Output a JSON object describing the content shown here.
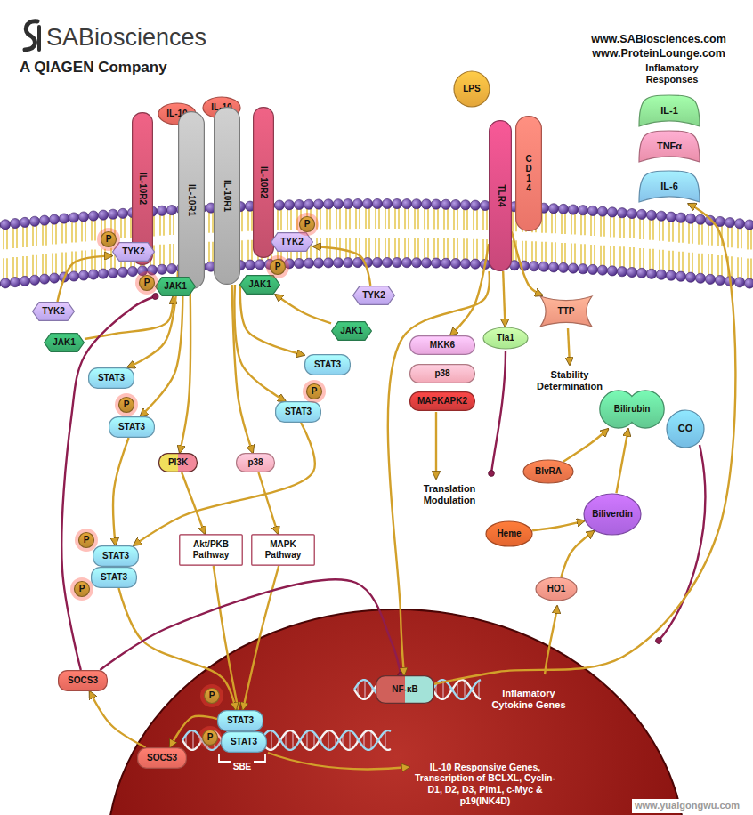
{
  "diagram": {
    "nodes": [
      {
        "text": [
          "IL-10"
        ]
      },
      {
        "text": [
          "IL-10"
        ]
      },
      {
        "text": [
          "IL-10R2"
        ]
      },
      {
        "text": [
          "IL-10R1"
        ]
      },
      {
        "text": [
          "IL-10R1"
        ]
      },
      {
        "text": [
          "IL-10R2"
        ]
      },
      {
        "text": [
          "TYK2"
        ]
      },
      {
        "text": [
          "JAK1"
        ]
      },
      {
        "text": [
          "TYK2"
        ]
      },
      {
        "text": [
          "JAK1"
        ]
      },
      {
        "text": [
          "TYK2"
        ]
      },
      {
        "text": [
          "JAK1"
        ]
      },
      {
        "text": [
          "TYK2"
        ]
      },
      {
        "text": [
          "JAK1"
        ]
      },
      {
        "text": [
          "STAT3"
        ]
      },
      {
        "text": [
          "STAT3"
        ]
      },
      {
        "text": [
          "STAT3"
        ]
      },
      {
        "text": [
          "STAT3"
        ]
      },
      {
        "text": [
          "PI3K"
        ]
      },
      {
        "text": [
          "p38"
        ]
      },
      {
        "text": [
          "Akt/PKB Pathway"
        ]
      },
      {
        "text": [
          "MAPK Pathway"
        ]
      },
      {
        "text": [
          "STAT3"
        ]
      },
      {
        "text": [
          "STAT3"
        ]
      },
      {
        "text": [
          "SOCS3"
        ]
      },
      {
        "text": [
          "SOCS3"
        ]
      },
      {
        "text": [
          "STAT3"
        ]
      },
      {
        "text": [
          "STAT3"
        ]
      },
      {
        "text": [
          "LPS"
        ]
      },
      {
        "text": [
          "TLR4"
        ]
      },
      {
        "text": [
          "CD14"
        ]
      },
      {
        "text": [
          "MKK6"
        ]
      },
      {
        "text": [
          "p38"
        ]
      },
      {
        "text": [
          "MAPKAPK2"
        ]
      },
      {
        "text": [
          "Tia1"
        ]
      },
      {
        "text": [
          "TTP"
        ]
      },
      {
        "text": [
          "IL-1"
        ]
      },
      {
        "text": [
          "TNFα"
        ]
      },
      {
        "text": [
          "IL-6"
        ]
      },
      {
        "text": [
          "Bilirubin"
        ]
      },
      {
        "text": [
          "CO"
        ]
      },
      {
        "text": [
          "BlvRA"
        ]
      },
      {
        "text": [
          "Biliverdin"
        ]
      },
      {
        "text": [
          "Heme"
        ]
      },
      {
        "text": [
          "HO1"
        ]
      },
      {
        "text": [
          "NF-κB"
        ]
      },
      {
        "text": [
          "P"
        ]
      },
      {
        "text": [
          "P"
        ]
      },
      {
        "text": [
          "P"
        ]
      },
      {
        "text": [
          "P"
        ]
      },
      {
        "text": [
          "P"
        ]
      },
      {
        "text": [
          "P"
        ]
      },
      {
        "text": [
          "P"
        ]
      },
      {
        "text": [
          "P"
        ]
      },
      {
        "text": [
          "P"
        ]
      },
      {
        "text": [
          "P"
        ]
      }
    ],
    "edges": [
      {
        "from": 10,
        "to": 6,
        "arrow": "to"
      },
      {
        "from": 11,
        "to": 7,
        "arrow": "to"
      },
      {
        "from": 12,
        "to": 8,
        "arrow": "to"
      },
      {
        "from": 13,
        "to": 9,
        "arrow": "to"
      },
      {
        "from": 3,
        "to": 14,
        "arrow": "to"
      },
      {
        "from": 3,
        "to": 15,
        "arrow": "to"
      },
      {
        "from": 3,
        "to": 18,
        "arrow": "to"
      },
      {
        "from": 4,
        "to": 19,
        "arrow": "to"
      },
      {
        "from": 4,
        "to": 16,
        "arrow": "to"
      },
      {
        "from": 4,
        "to": 17,
        "arrow": "to"
      },
      {
        "from": 15,
        "to": 22,
        "arrow": "to"
      },
      {
        "from": 17,
        "to": 22,
        "arrow": "to"
      },
      {
        "from": 18,
        "to": 20,
        "arrow": "to"
      },
      {
        "from": 19,
        "to": 21,
        "arrow": "to"
      },
      {
        "from": 21,
        "to": 26,
        "arrow": "to"
      },
      {
        "from": 20,
        "to": 26,
        "arrow": "to"
      },
      {
        "from": 23,
        "to": 26,
        "arrow": "to"
      },
      {
        "from": 26,
        "to": 25,
        "arrow": "to"
      },
      {
        "from": 25,
        "to": 24,
        "arrow": "to"
      },
      {
        "from": 24,
        "to": 7,
        "arrow": "to"
      },
      {
        "from": 24,
        "to": 45,
        "arrow": "to"
      },
      {
        "from": 29,
        "to": 45,
        "arrow": "to"
      },
      {
        "from": 29,
        "to": 31,
        "arrow": "to"
      },
      {
        "from": 29,
        "to": 34,
        "arrow": "to"
      },
      {
        "from": 29,
        "to": 35,
        "arrow": "to"
      },
      {
        "from": 41,
        "to": 39,
        "arrow": "to"
      },
      {
        "from": 42,
        "to": 39,
        "arrow": "to"
      },
      {
        "from": 43,
        "to": 42,
        "arrow": "to"
      },
      {
        "from": 44,
        "to": 42,
        "arrow": "to"
      },
      {
        "from": 45,
        "to": 38,
        "arrow": "to"
      }
    ],
    "labels": [
      "SABiosciences",
      "A QIAGEN Company",
      "www.SABiosciences.com",
      "www.ProteinLounge.com",
      "Inflamatory Responses",
      "Stability Determination",
      "Translation Modulation",
      "SBE",
      "Inflamatory Cytokine Genes",
      "IL-10 Responsive Genes, Transcription of BCLXL, Cyclin-D1, D2, D3, Pim1, c-Myc & p19(INK4D)",
      "www.yuaigongwu.com"
    ]
  }
}
